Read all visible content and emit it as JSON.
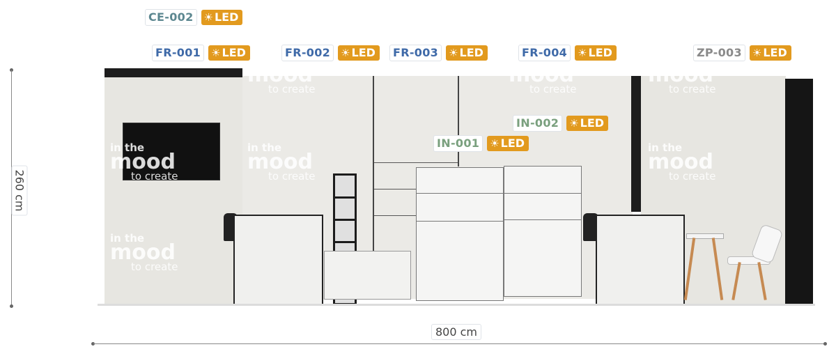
{
  "labels": {
    "ce002": {
      "code": "CE-002",
      "led": "LED"
    },
    "fr001": {
      "code": "FR-001",
      "led": "LED"
    },
    "fr002": {
      "code": "FR-002",
      "led": "LED"
    },
    "fr003": {
      "code": "FR-003",
      "led": "LED"
    },
    "fr004": {
      "code": "FR-004",
      "led": "LED"
    },
    "zp003": {
      "code": "ZP-003",
      "led": "LED"
    },
    "in001": {
      "code": "IN-001",
      "led": "LED"
    },
    "in002": {
      "code": "IN-002",
      "led": "LED"
    }
  },
  "led_icon": "☀",
  "dimensions": {
    "height": "260 cm",
    "width": "800 cm"
  },
  "watermark": {
    "line1": "in the",
    "line2": "mood",
    "line3": "to create"
  },
  "colors": {
    "led_badge": "#e29a1e",
    "code_blue": "#3f6aa8",
    "code_teal": "#5c8790",
    "code_green": "#7aa07e",
    "code_grey": "#8a8a8a"
  }
}
